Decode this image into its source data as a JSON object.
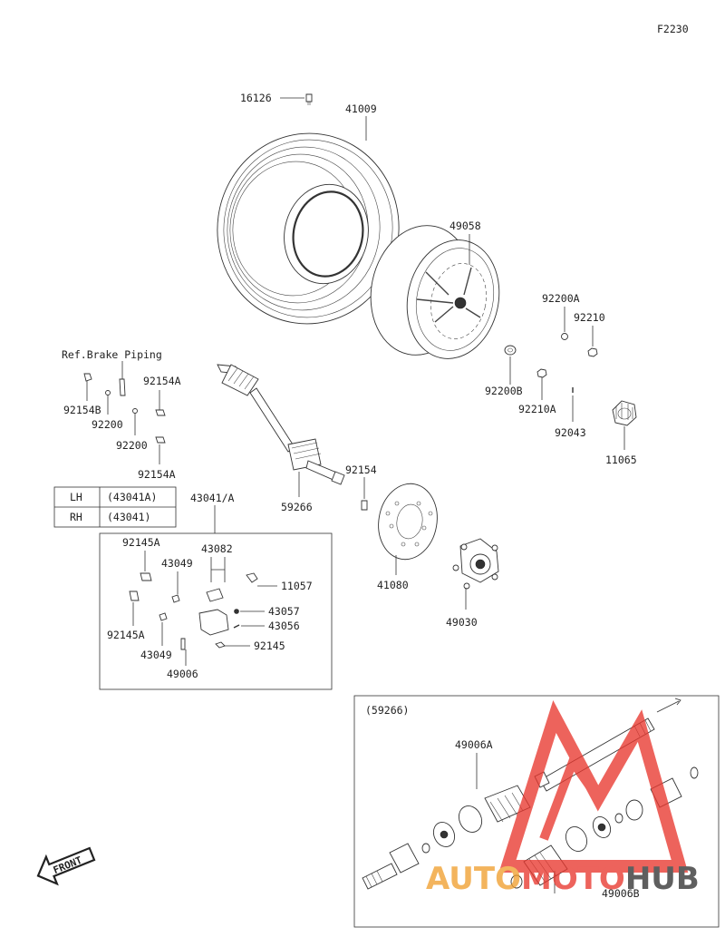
{
  "figure_code": "F2230",
  "ref_note": "Ref.Brake Piping",
  "front_label": "FRONT",
  "inset_title": "(59266)",
  "side_table": [
    {
      "side": "LH",
      "part": "(43041A)"
    },
    {
      "side": "RH",
      "part": "(43041)"
    }
  ],
  "watermark": {
    "part1": "AUTO",
    "part2": "MOTO",
    "part3": "HUB",
    "color_red": "#e8382f",
    "color_orange": "#f0a030"
  },
  "callouts": {
    "p16126": "16126",
    "p41009": "41009",
    "p49058": "49058",
    "p92200A": "92200A",
    "p92210": "92210",
    "p92200B": "92200B",
    "p92210A": "92210A",
    "p92043": "92043",
    "p11065": "11065",
    "p92154A_top": "92154A",
    "p92154B": "92154B",
    "p92200": "92200",
    "p92200_2": "92200",
    "p92154A_bot": "92154A",
    "p92154": "92154",
    "p59266": "59266",
    "p43041": "43041/A",
    "p41080": "41080",
    "p49030": "49030",
    "p92145A_top": "92145A",
    "p43082": "43082",
    "p43049_top": "43049",
    "p11057": "11057",
    "p43057": "43057",
    "p43056": "43056",
    "p92145": "92145",
    "p92145A_bot": "92145A",
    "p43049_bot": "43049",
    "p49006": "49006",
    "p49006A": "49006A",
    "p49006B": "49006B"
  }
}
